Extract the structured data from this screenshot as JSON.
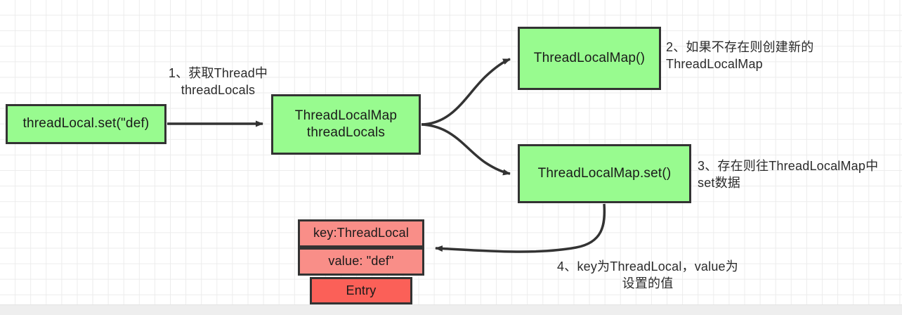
{
  "diagram": {
    "title": "ThreadLocal set flow",
    "background": {
      "grid_color": "#ececec",
      "page_color": "#ffffff"
    },
    "colors": {
      "node_green": "#98FB8F",
      "node_salmon": "#F98E88",
      "node_red": "#FB6058",
      "stroke": "#333333",
      "text": "#1a1a1a"
    },
    "nodes": [
      {
        "id": "threadlocal-set",
        "label": "threadLocal.set(\"def)",
        "fill": "#98FB8F"
      },
      {
        "id": "threadlocalmap-threadlocals",
        "label": "ThreadLocalMap\nthreadLocals",
        "fill": "#98FB8F"
      },
      {
        "id": "threadlocalmap-ctor",
        "label": "ThreadLocalMap()",
        "fill": "#98FB8F"
      },
      {
        "id": "threadlocalmap-set",
        "label": "ThreadLocalMap.set()",
        "fill": "#98FB8F"
      },
      {
        "id": "entry-key",
        "label": "key:ThreadLocal",
        "fill": "#F98E88"
      },
      {
        "id": "entry-value",
        "label": "value: \"def\"",
        "fill": "#F98E88"
      },
      {
        "id": "entry-label",
        "label": "Entry",
        "fill": "#FB6058"
      }
    ],
    "edge_labels": [
      {
        "id": "step-1",
        "text": "1、获取Thread中\nthreadLocals"
      },
      {
        "id": "step-2",
        "text": "2、如果不存在则创建新的\n  ThreadLocalMap"
      },
      {
        "id": "step-3",
        "text": "3、存在则往ThreadLocalMap中\n        set数据"
      },
      {
        "id": "step-4",
        "text": "4、key为ThreadLocal，value为\n设置的值"
      }
    ],
    "edges": [
      {
        "id": "set-to-threadlocals",
        "from": "threadlocal-set",
        "to": "threadlocalmap-threadlocals",
        "style": "straight-arrow"
      },
      {
        "id": "threadlocals-to-ctor",
        "from": "threadlocalmap-threadlocals",
        "to": "threadlocalmap-ctor",
        "style": "curved-arrow"
      },
      {
        "id": "threadlocals-to-set",
        "from": "threadlocalmap-threadlocals",
        "to": "threadlocalmap-set",
        "style": "curved-arrow"
      },
      {
        "id": "set-to-entry",
        "from": "threadlocalmap-set",
        "to": "entry-key",
        "style": "curved-arrow"
      }
    ]
  }
}
